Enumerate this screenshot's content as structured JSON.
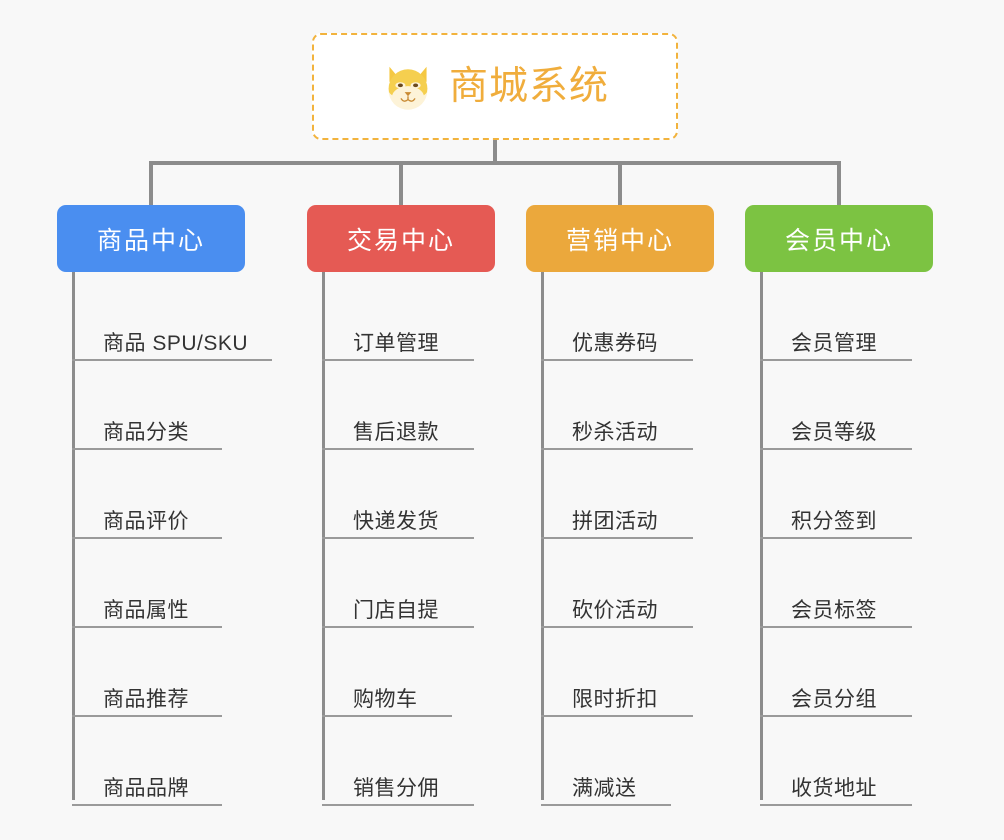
{
  "background_color": "#f8f8f8",
  "root": {
    "title": "商城系统",
    "icon": "shiba-dog-face-icon",
    "text_color": "#f0ad3c",
    "border_color": "#f2b33d",
    "background_color": "#ffffff"
  },
  "connector_color": "#8c8c8c",
  "columns": [
    {
      "id": "product-center",
      "label": "商品中心",
      "color": "#4a8ef0",
      "items": [
        {
          "label": "商品 SPU/SKU",
          "underline_width": 200
        },
        {
          "label": "商品分类",
          "underline_width": 150
        },
        {
          "label": "商品评价",
          "underline_width": 150
        },
        {
          "label": "商品属性",
          "underline_width": 150
        },
        {
          "label": "商品推荐",
          "underline_width": 150
        },
        {
          "label": "商品品牌",
          "underline_width": 150
        }
      ]
    },
    {
      "id": "trade-center",
      "label": "交易中心",
      "color": "#e55a54",
      "items": [
        {
          "label": "订单管理",
          "underline_width": 152
        },
        {
          "label": "售后退款",
          "underline_width": 152
        },
        {
          "label": "快递发货",
          "underline_width": 152
        },
        {
          "label": "门店自提",
          "underline_width": 152
        },
        {
          "label": "购物车",
          "underline_width": 130
        },
        {
          "label": "销售分佣",
          "underline_width": 152
        }
      ]
    },
    {
      "id": "marketing-center",
      "label": "营销中心",
      "color": "#eba83c",
      "items": [
        {
          "label": "优惠券码",
          "underline_width": 152
        },
        {
          "label": "秒杀活动",
          "underline_width": 152
        },
        {
          "label": "拼团活动",
          "underline_width": 152
        },
        {
          "label": "砍价活动",
          "underline_width": 152
        },
        {
          "label": "限时折扣",
          "underline_width": 152
        },
        {
          "label": "满减送",
          "underline_width": 130
        }
      ]
    },
    {
      "id": "member-center",
      "label": "会员中心",
      "color": "#7cc342",
      "items": [
        {
          "label": "会员管理",
          "underline_width": 152
        },
        {
          "label": "会员等级",
          "underline_width": 152
        },
        {
          "label": "积分签到",
          "underline_width": 152
        },
        {
          "label": "会员标签",
          "underline_width": 152
        },
        {
          "label": "会员分组",
          "underline_width": 152
        },
        {
          "label": "收货地址",
          "underline_width": 152
        }
      ]
    }
  ]
}
